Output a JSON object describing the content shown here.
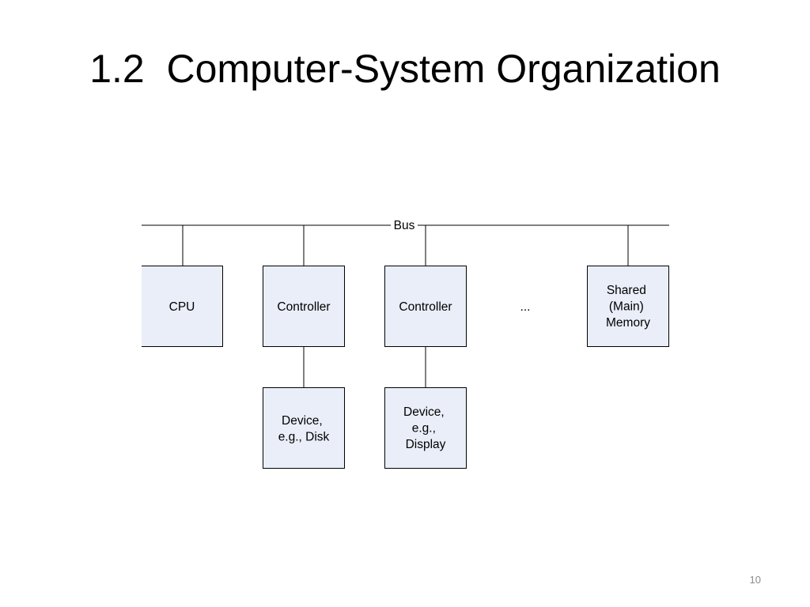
{
  "slide": {
    "title": "1.2  Computer-System Organization",
    "page_number": "10"
  },
  "diagram": {
    "bus_label": "Bus",
    "ellipsis": "...",
    "colors": {
      "box_fill": "#e9eef8",
      "stroke": "#000000"
    },
    "nodes": {
      "cpu": [
        "CPU"
      ],
      "controller_1": [
        "Controller"
      ],
      "controller_2": [
        "Controller"
      ],
      "shared_memory": [
        "Shared",
        "(Main)",
        "Memory"
      ],
      "device_disk": [
        "Device,",
        "e.g., Disk"
      ],
      "device_display": [
        "Device,",
        "e.g.,",
        "Display"
      ]
    }
  }
}
